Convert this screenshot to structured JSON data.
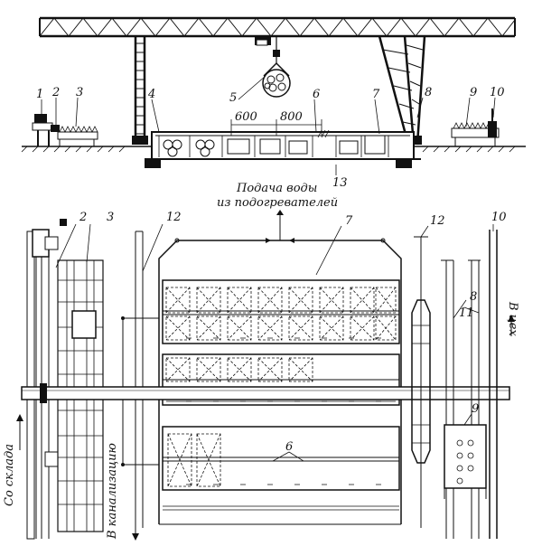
{
  "labels": {
    "n1": "1",
    "n2": "2",
    "n3": "3",
    "n4": "4",
    "n5": "5",
    "n6": "6",
    "n7": "7",
    "n8": "8",
    "n9": "9",
    "n10": "10",
    "n11": "11",
    "n12": "12",
    "n13": "13",
    "p2": "2",
    "p3": "3",
    "p12a": "12",
    "p7": "7",
    "p8": "8",
    "p12b": "12",
    "p10": "10",
    "p11": "11",
    "p9": "9",
    "p6": "6"
  },
  "dimensions": {
    "d600": "600",
    "d800": "800"
  },
  "captions": {
    "water_line1": "Подача воды",
    "water_line2": "из подогревателей",
    "from_warehouse": "Со склада",
    "to_sewer": "В канализацию",
    "to_shop": "В цех"
  }
}
